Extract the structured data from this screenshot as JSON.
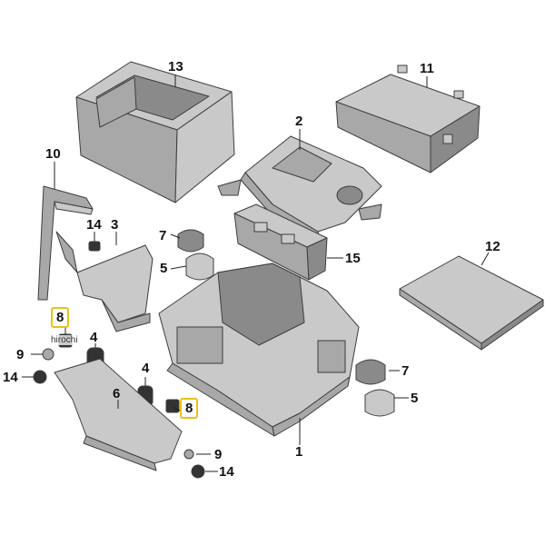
{
  "watermark": "hirochi",
  "callouts": {
    "c1": "1",
    "c2": "2",
    "c3": "3",
    "c4a": "4",
    "c4b": "4",
    "c5a": "5",
    "c5b": "5",
    "c6": "6",
    "c7a": "7",
    "c7b": "7",
    "c8a": "8",
    "c8b": "8",
    "c9a": "9",
    "c9b": "9",
    "c10": "10",
    "c11": "11",
    "c12": "12",
    "c13": "13",
    "c14a": "14",
    "c14b": "14",
    "c14c": "14",
    "c15": "15"
  },
  "colors": {
    "highlight_border": "#e7c21a",
    "part_fill": "#c9c9c9",
    "part_stroke": "#3d3d3d"
  }
}
